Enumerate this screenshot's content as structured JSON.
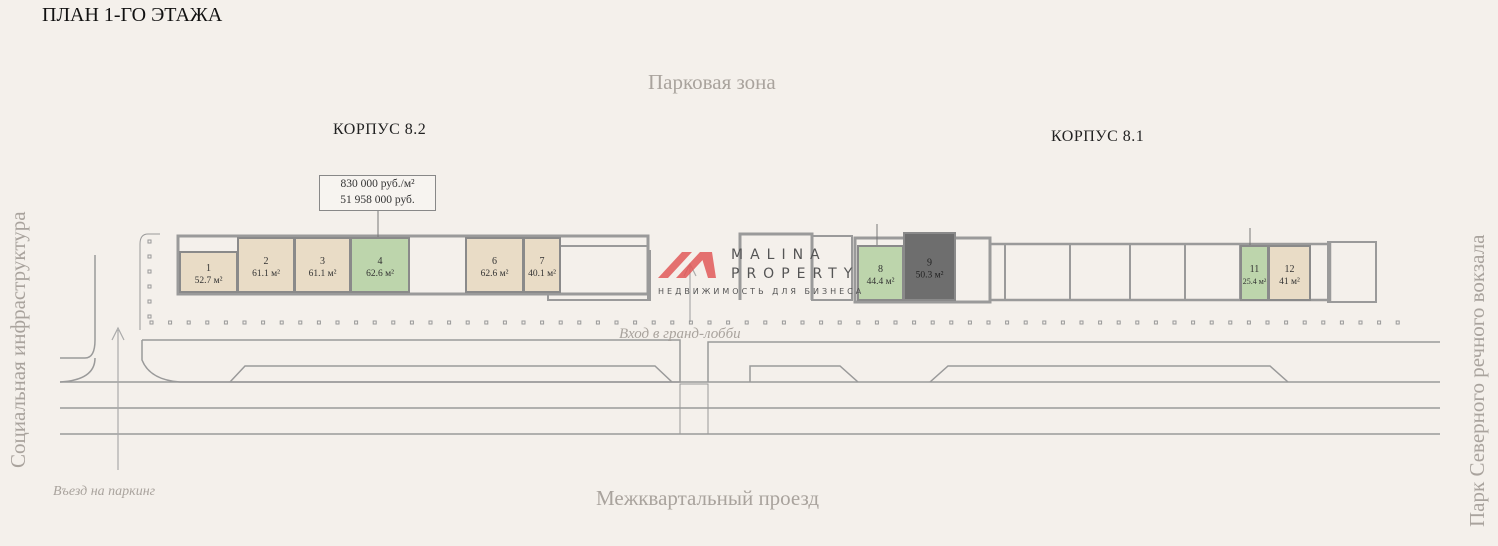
{
  "title": "ПЛАН 1-ГО ЭТАЖА",
  "labels": {
    "park_zone": "Парковая зона",
    "building_82": "КОРПУС 8.2",
    "building_81": "КОРПУС 8.1",
    "social_infra": "Социальная инфраструктура",
    "park_station": "Парк Северного речного вокзала",
    "lobby_entrance": "Вход в гранд-лобби",
    "parking_entrance": "Въезд на паркинг",
    "road": "Межквартальный проезд"
  },
  "price_tooltip": {
    "per_m2": "830 000 руб./м²",
    "total": "51 958 000 руб."
  },
  "logo": {
    "line1": "MALINA",
    "line2": "PROPERTY",
    "tagline": "НЕДВИЖИМОСТЬ ДЛЯ БИЗНЕСА"
  },
  "colors": {
    "available": "#e9dcc6",
    "selected": "#bdd5ac",
    "sold": "#6e6e6e",
    "wall": "#8a8a8a",
    "logo": "#e25a5a"
  },
  "units": [
    {
      "number": "1",
      "area": "52.7 м²",
      "status": "available"
    },
    {
      "number": "2",
      "area": "61.1 м²",
      "status": "available"
    },
    {
      "number": "3",
      "area": "61.1 м²",
      "status": "available"
    },
    {
      "number": "4",
      "area": "62.6 м²",
      "status": "selected"
    },
    {
      "number": "6",
      "area": "62.6 м²",
      "status": "available"
    },
    {
      "number": "7",
      "area": "40.1 м²",
      "status": "available"
    },
    {
      "number": "8",
      "area": "44.4 м²",
      "status": "selected"
    },
    {
      "number": "9",
      "area": "50.3 м²",
      "status": "sold"
    },
    {
      "number": "11",
      "area": "25.4 м²",
      "status": "selected"
    },
    {
      "number": "12",
      "area": "41 м²",
      "status": "available"
    }
  ]
}
